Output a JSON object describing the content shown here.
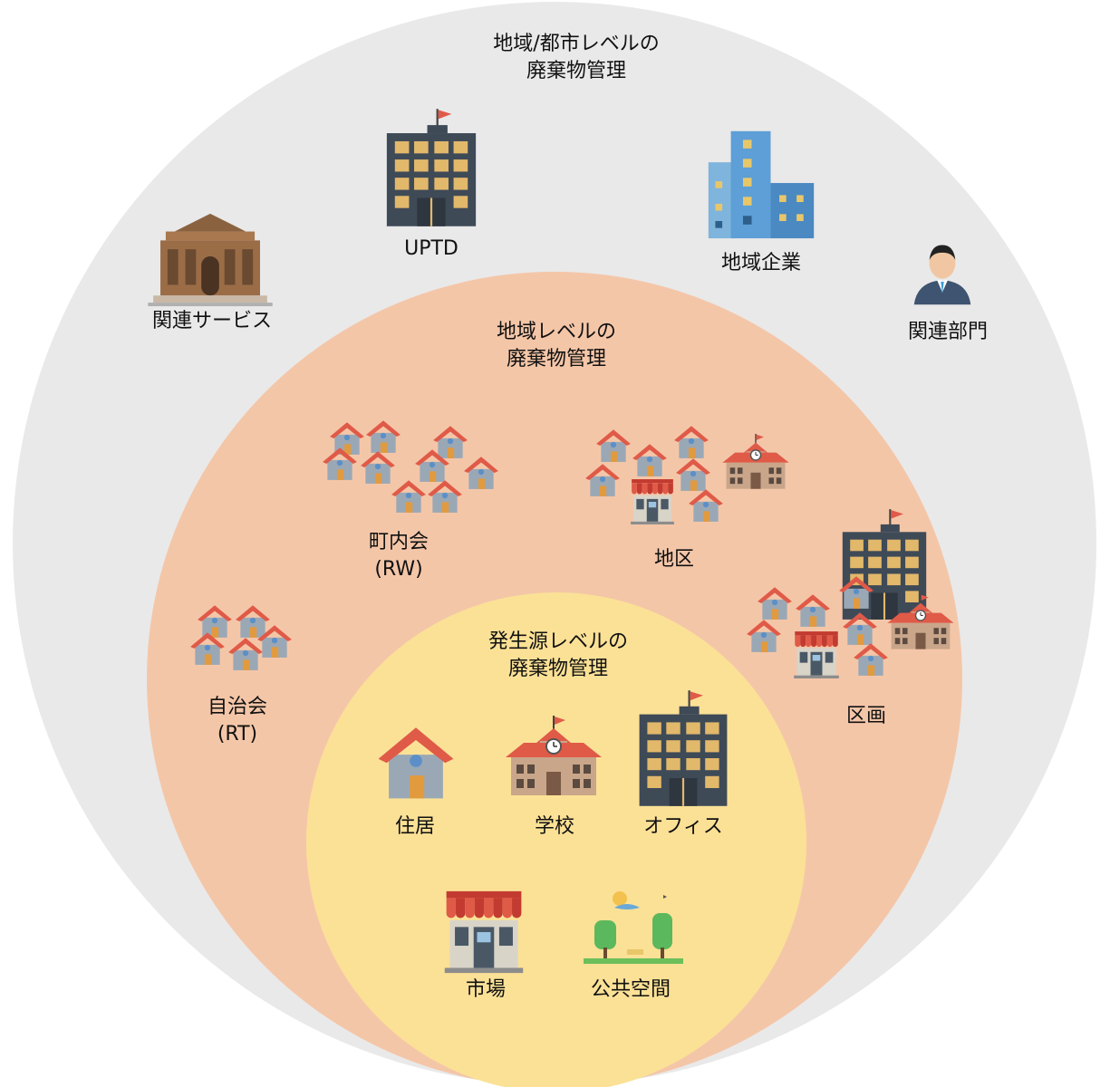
{
  "levels": {
    "city": {
      "title_line1": "地域/都市レベルの",
      "title_line2": "廃棄物管理"
    },
    "area": {
      "title_line1": "地域レベルの",
      "title_line2": "廃棄物管理"
    },
    "source": {
      "title_line1": "発生源レベルの",
      "title_line2": "廃棄物管理"
    }
  },
  "city_items": {
    "related_services": "関連サービス",
    "uptd": "UPTD",
    "regional_companies": "地域企業",
    "related_departments": "関連部門"
  },
  "area_items": {
    "rw_line1": "町内会",
    "rw_line2": "(RW)",
    "district": "地区",
    "rt_line1": "自治会",
    "rt_line2": "(RT)",
    "ward": "区画"
  },
  "source_items": {
    "residence": "住居",
    "school": "学校",
    "office": "オフィス",
    "market": "市場",
    "public_space": "公共空間"
  },
  "colors": {
    "outer_circle": "#e9e9e9",
    "middle_circle": "#f4c6a8",
    "inner_circle": "#fbe196",
    "roof_red": "#e05a48",
    "building_dark": "#3f4a57",
    "window_tan": "#e2b86b"
  }
}
